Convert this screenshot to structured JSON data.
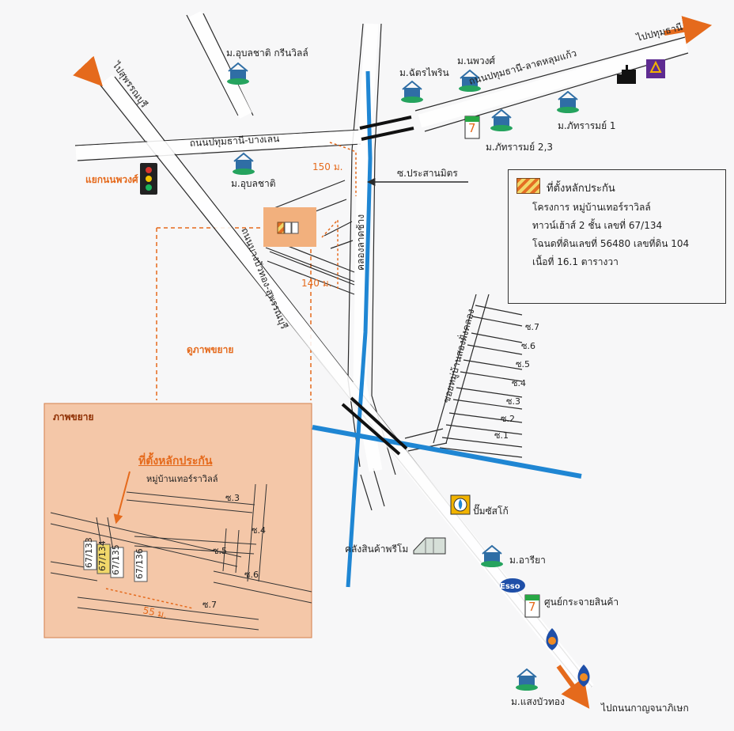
{
  "roads": {
    "pathum_to": "ไปปทุมธานี",
    "suphan_to": "ไปสุพรรณบุรี",
    "pathum_bangbon": "ถนนปทุมธานี-บางเลน",
    "pathum_latlumkaeo": "ถนนปทุมธานี-ลาดหลุมแก้ว",
    "bangbuathong_suphan": "ถนนบางบัวทอง-สุพรรณบุรี",
    "khlong": "คลองลาดช้าง",
    "soi_prasan": "ซ.ประสานมิตร",
    "soi_village": "ซอยหมู่บ้านสองฝั่งคลอง",
    "to_kanchanaphisek": "ไปถนนกาญจนาภิเษก"
  },
  "places": {
    "ubonchat_green": "ม.อุบลชาติ กรีนวิลล์",
    "chatchaiphirin": "ม.ฉัตรไพริน",
    "naphong": "ม.นพวงศ์",
    "phattharam1": "ม.ภัทรารมย์ 1",
    "phattharam23": "ม.ภัทรารมย์ 2,3",
    "ubonchat": "ม.อุบลชาติ",
    "junction": "แยกนนพวงศ์",
    "view_label": "ดูภาพขยาย",
    "shell": "ปั๊มซัสโก้",
    "warehouse": "คลังสินค้าพรีโม",
    "ariya": "ม.อารียา",
    "esso": "Esso",
    "distribution": "ศูนย์กระจายสินค้า",
    "saengbuathong": "ม.แสงบัวทอง"
  },
  "distances": {
    "d150": "150 ม.",
    "d140": "140 ม.",
    "d55": "55 ม."
  },
  "legend": {
    "title": "ที่ตั้งหลักประกัน",
    "line1": "โครงการ หมู่บ้านเทอร์ราวิลล์",
    "line2": "ทาวน์เฮ้าส์ 2 ชั้น เลขที่ 67/134",
    "line3": "โฉนดที่ดินเลขที่ 56480 เลขที่ดิน 104",
    "line4": "เนื้อที่ 16.1 ตารางวา"
  },
  "soi": [
    "ซ.7",
    "ซ.6",
    "ซ.5",
    "ซ.4",
    "ซ.3",
    "ซ.2",
    "ซ.1"
  ],
  "inset": {
    "title": "ภาพขยาย",
    "site_title": "ที่ตั้งหลักประกัน",
    "site_sub": "หมู่บ้านเทอร์ราวิลล์",
    "lots": [
      "67/133",
      "67/134",
      "67/135",
      "67/136"
    ],
    "soi": [
      "ซ.3",
      "ซ.4",
      "ซ.5",
      "ซ.6",
      "ซ.7"
    ]
  },
  "colors": {
    "road": "#ffffff",
    "road_border": "#2a2a2a",
    "canal": "#1f86d3",
    "orange": "#e56a1c",
    "inset": "#f4c7a8",
    "legend_hatch": "#f1d86a"
  }
}
